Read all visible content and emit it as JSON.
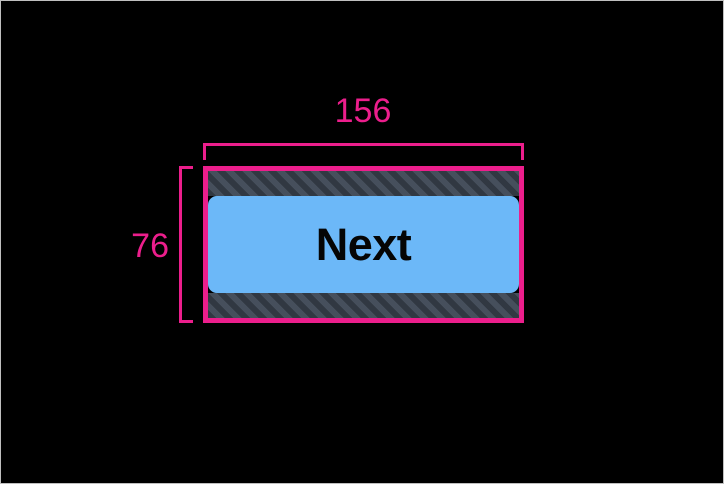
{
  "overlay": {
    "tool": "element-inspector",
    "accent_color": "#ec1e8c",
    "canvas_background": "#000000",
    "canvas_border_color": "#bfbfbf"
  },
  "element": {
    "name": "Next button",
    "label": "Next",
    "label_color": "#050505",
    "fill_color": "#6cb8f8",
    "highlight_border_color": "#ec1e8c",
    "padding_hatch_color": "#313842",
    "padding_hatch_stripe_color": "#464f5c",
    "corner_radius": "9"
  },
  "measurements": {
    "width_label": "156",
    "height_label": "76",
    "width_bracket_name": "width-dimension-bracket",
    "height_bracket_name": "height-dimension-bracket"
  }
}
